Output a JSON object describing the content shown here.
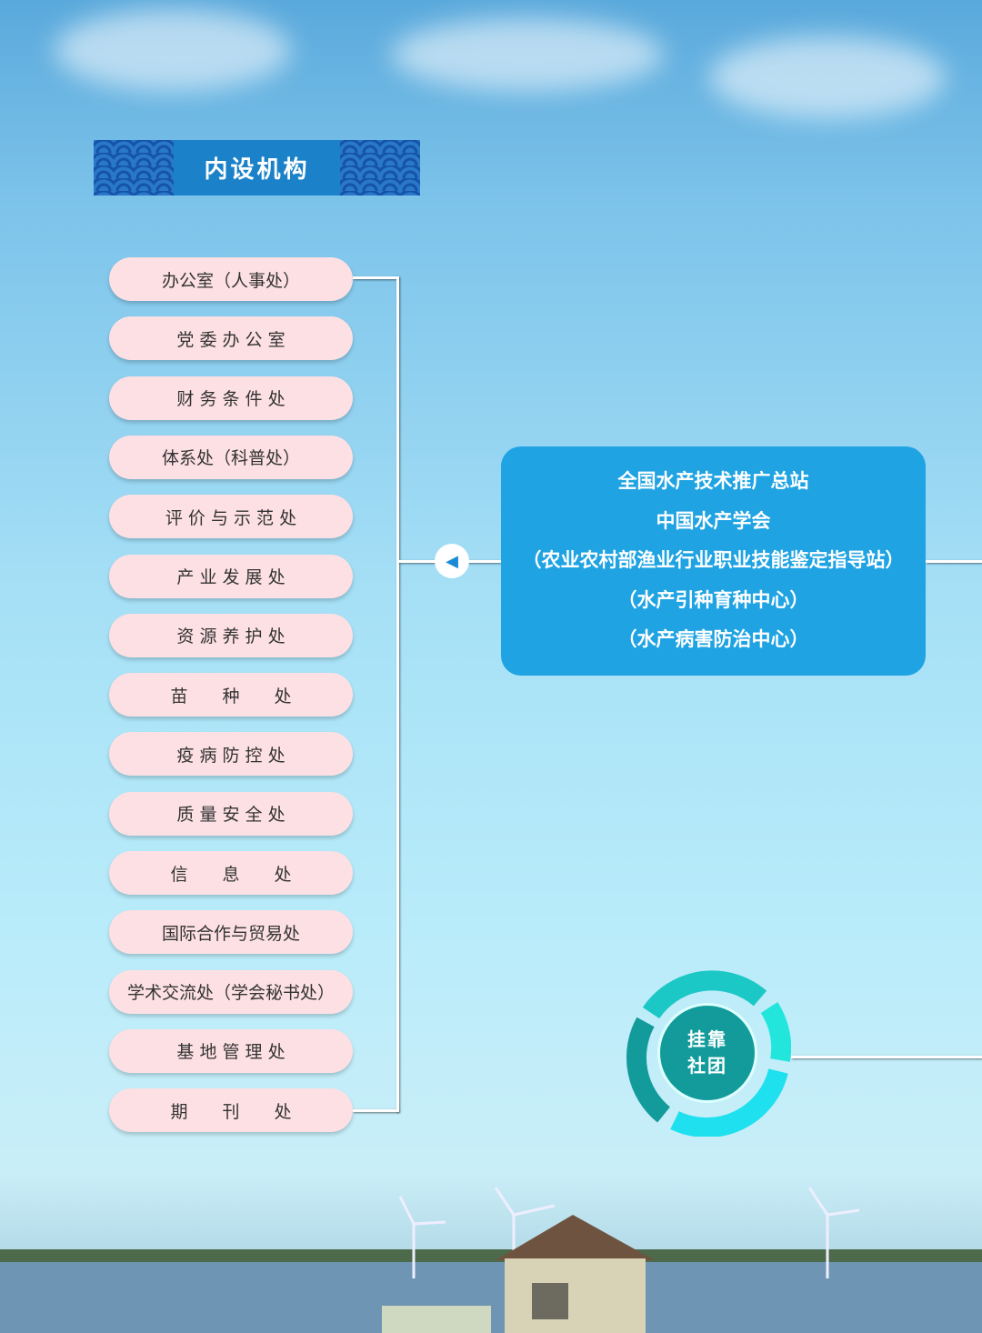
{
  "title": "内设机构",
  "departments": [
    "办公室（人事处）",
    "党 委 办 公 室",
    "财 务 条 件 处",
    "体系处（科普处）",
    "评 价 与 示 范 处",
    "产 业 发 展 处",
    "资 源 养 护 处",
    "苗　　种　　处",
    "疫 病 防 控 处",
    "质 量 安 全 处",
    "信　　息　　处",
    "国际合作与贸易处",
    "学术交流处（学会秘书处）",
    "基 地 管 理 处",
    "期　　刊　　处"
  ],
  "main_org": {
    "lines": [
      "全国水产技术推广总站",
      "中国水产学会",
      "（农业农村部渔业行业职业技能鉴定指导站）",
      "（水产引种育种中心）",
      "（水产病害防治中心）"
    ]
  },
  "affiliated": {
    "line1": "挂靠",
    "line2": "社团"
  },
  "arrow_icon": "left-triangle-icon",
  "colors": {
    "title_bg": "#1b82c9",
    "pill": "#fde0e4",
    "main_box": "#1fa3e3",
    "ring_dark": "#139b9b",
    "ring_light": "#22e0e8"
  }
}
